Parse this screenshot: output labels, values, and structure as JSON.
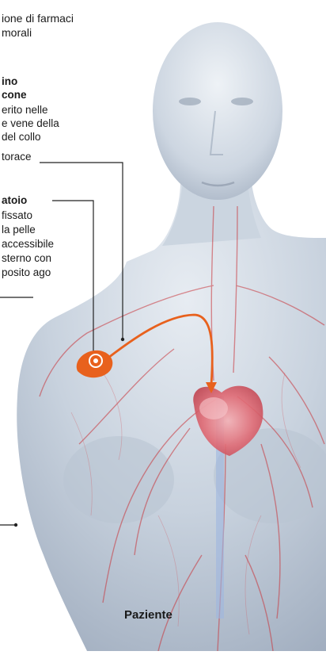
{
  "header": {
    "line1": "ione di farmaci",
    "line2": "morali"
  },
  "catheter": {
    "title1": "ino",
    "title2": "cone",
    "desc": [
      "erito nelle",
      "e vene della",
      "del collo",
      "torace"
    ]
  },
  "reservoir": {
    "title": "atoio",
    "desc": [
      "fissato",
      "la pelle",
      "accessibile",
      "sterno con",
      "posito ago"
    ]
  },
  "caption": "Paziente",
  "colors": {
    "accent": "#e8611d",
    "skin": "#c9d3df",
    "vessel": "#c9343a",
    "heart": "#e05a63",
    "text": "#1a1a1a"
  },
  "icons": {
    "port": "port-device-icon",
    "arrow": "flow-arrow-icon"
  }
}
